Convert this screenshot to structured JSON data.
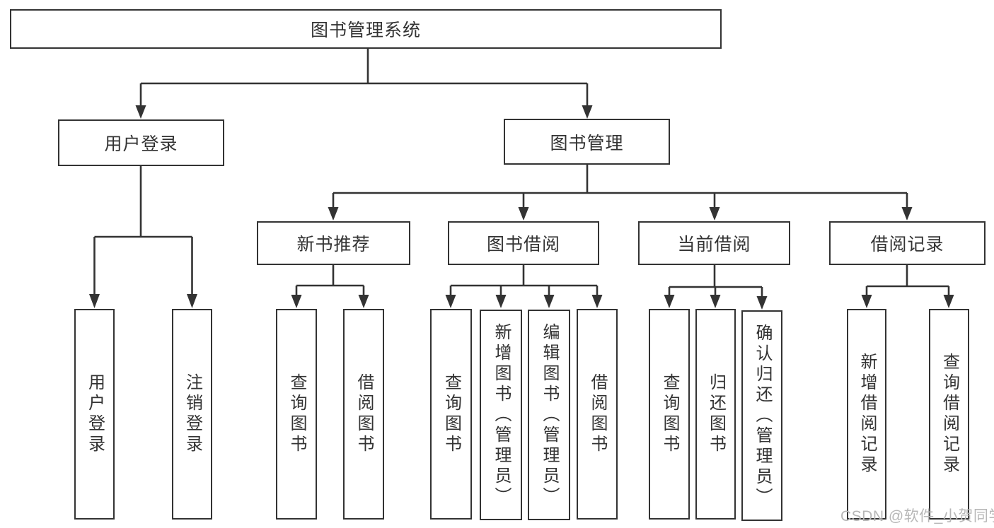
{
  "diagram": {
    "title": "图书管理系统",
    "branches": [
      {
        "label": "用户登录",
        "leaves": [
          "用户登录",
          "注销登录"
        ]
      },
      {
        "label": "图书管理",
        "groups": [
          {
            "label": "新书推荐",
            "leaves": [
              "查询图书",
              "借阅图书"
            ]
          },
          {
            "label": "图书借阅",
            "leaves": [
              "查询图书",
              "新增图书（管理员）",
              "编辑图书（管理员）",
              "借阅图书"
            ]
          },
          {
            "label": "当前借阅",
            "leaves": [
              "查询图书",
              "归还图书",
              "确认归还（管理员）"
            ]
          },
          {
            "label": "借阅记录",
            "leaves": [
              "新增借阅记录",
              "查询借阅记录"
            ]
          }
        ]
      }
    ]
  },
  "watermark": "CSDN @软件_小贺同学",
  "colors": {
    "line": "#333333",
    "text": "#333333",
    "background": "#ffffff",
    "watermark": "#b7b7b7"
  }
}
